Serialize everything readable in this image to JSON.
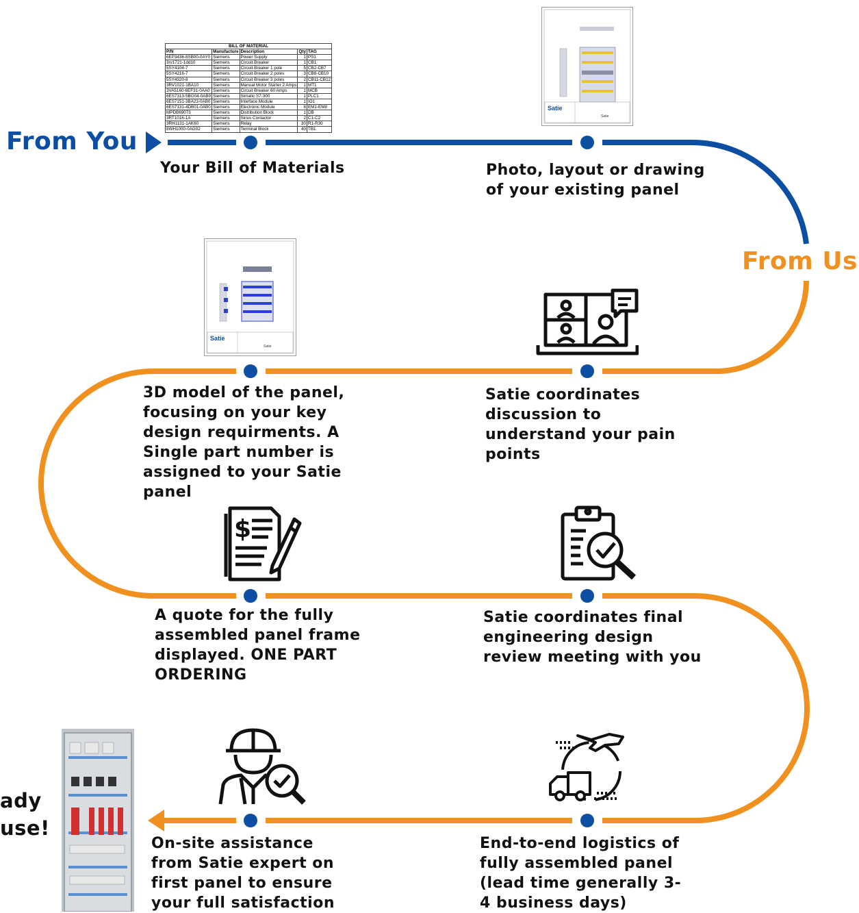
{
  "colors": {
    "from_you": "#0b4ea2",
    "from_us": "#f0901e",
    "text": "#111111"
  },
  "headings": {
    "from_you": "From You",
    "from_us": "From Us",
    "ready_line1": "ady",
    "ready_line2": "use!"
  },
  "steps": [
    {
      "id": "bom",
      "text": "Your Bill of Materials",
      "icon": "bill-of-materials-thumbnail"
    },
    {
      "id": "photo",
      "text": "Photo, layout or drawing of your existing panel",
      "icon": "panel-drawing-thumbnail"
    },
    {
      "id": "discussion",
      "text": "Satie coordinates discussion to understand your pain points",
      "icon": "video-conference-icon"
    },
    {
      "id": "model",
      "text": "3D model of the panel, focusing on your key design requirments. A Single part number is assigned to your Satie panel",
      "icon": "3d-model-drawing-thumbnail"
    },
    {
      "id": "review",
      "text": "Satie coordinates final engineering design review meeting with you",
      "icon": "clipboard-check-icon"
    },
    {
      "id": "quote",
      "text": "A quote for the fully assembled panel frame displayed. ONE PART ORDERING",
      "icon": "quote-document-icon"
    },
    {
      "id": "logistics",
      "text": "End-to-end logistics of fully assembled panel (lead time generally 3-4 business days)",
      "icon": "logistics-icon"
    },
    {
      "id": "onsite",
      "text": "On-site assistance from Satie expert on first panel to ensure your full satisfaction",
      "icon": "engineer-inspection-icon"
    }
  ],
  "bom": {
    "title": "BILL OF MATERIAL",
    "columns": [
      "P/N",
      "Manufacture",
      "Description",
      "Qty",
      "TAG"
    ],
    "rows": [
      [
        "6EP3436-8SB00-0AY0",
        "Siemens",
        "Power Supply",
        "1",
        "PS1"
      ],
      [
        "3rv1721-1dd10",
        "Siemens",
        "Circuit Breaker",
        "1",
        "CB1"
      ],
      [
        "5SY4104-7",
        "Siemens",
        "Circuit Breaker 1 pole",
        "5",
        "CB2-CB7"
      ],
      [
        "5SY4216-7",
        "Siemens",
        "Circuit Breaker 2 poles",
        "3",
        "CB8-CB10"
      ],
      [
        "5SY4320-8",
        "Siemens",
        "Circuit Breaker 3 poles",
        "2",
        "CB11-CB12"
      ],
      [
        "3RV1021-1BA10",
        "Siemens",
        "Manual Motor Starter 2 Amps",
        "1",
        "MT1"
      ],
      [
        "3VA5160-6EF31-0AA0",
        "Siemens",
        "Circuit Breaker 60 Amps",
        "1",
        "MCB"
      ],
      [
        "6ES7313-5BG04-0AB0",
        "Siemens",
        "Simatic S7-300",
        "1",
        "PLC1"
      ],
      [
        "6ES7151-3BA23-0AB0",
        "Siemens",
        "Interface Module",
        "1",
        "IO1"
      ],
      [
        "6ES7131-4DB01-0AB0",
        "Siemens",
        "Electronic Module",
        "8",
        "EM1-EM8"
      ],
      [
        "MPDB69073",
        "Siemens",
        "Distribution Block",
        "1",
        "DB"
      ],
      [
        "3RT1016-1A",
        "Siemens",
        "Sirius Contactor",
        "2",
        "C1-C2"
      ],
      [
        "3RH1131-1AK60",
        "Siemens",
        "Relay",
        "30",
        "R1-R30"
      ],
      [
        "8WH1000-0AG02",
        "Siemens",
        "Terminal Block",
        "40",
        "TB1"
      ]
    ]
  },
  "drawing": {
    "brand": "Satie",
    "footer_name": "Satie"
  },
  "final_product": {
    "icon": "assembled-panel-photo"
  }
}
